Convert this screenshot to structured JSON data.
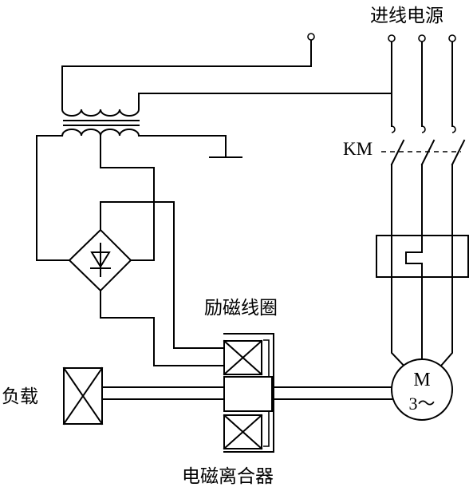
{
  "labels": {
    "power_source": "进线电源",
    "contactor": "KM",
    "excitation_coil": "励磁线圈",
    "load": "负载",
    "clutch": "电磁离合器",
    "motor_letter": "M",
    "motor_phase": "3～"
  },
  "colors": {
    "line": "#000000",
    "background": "#ffffff"
  }
}
